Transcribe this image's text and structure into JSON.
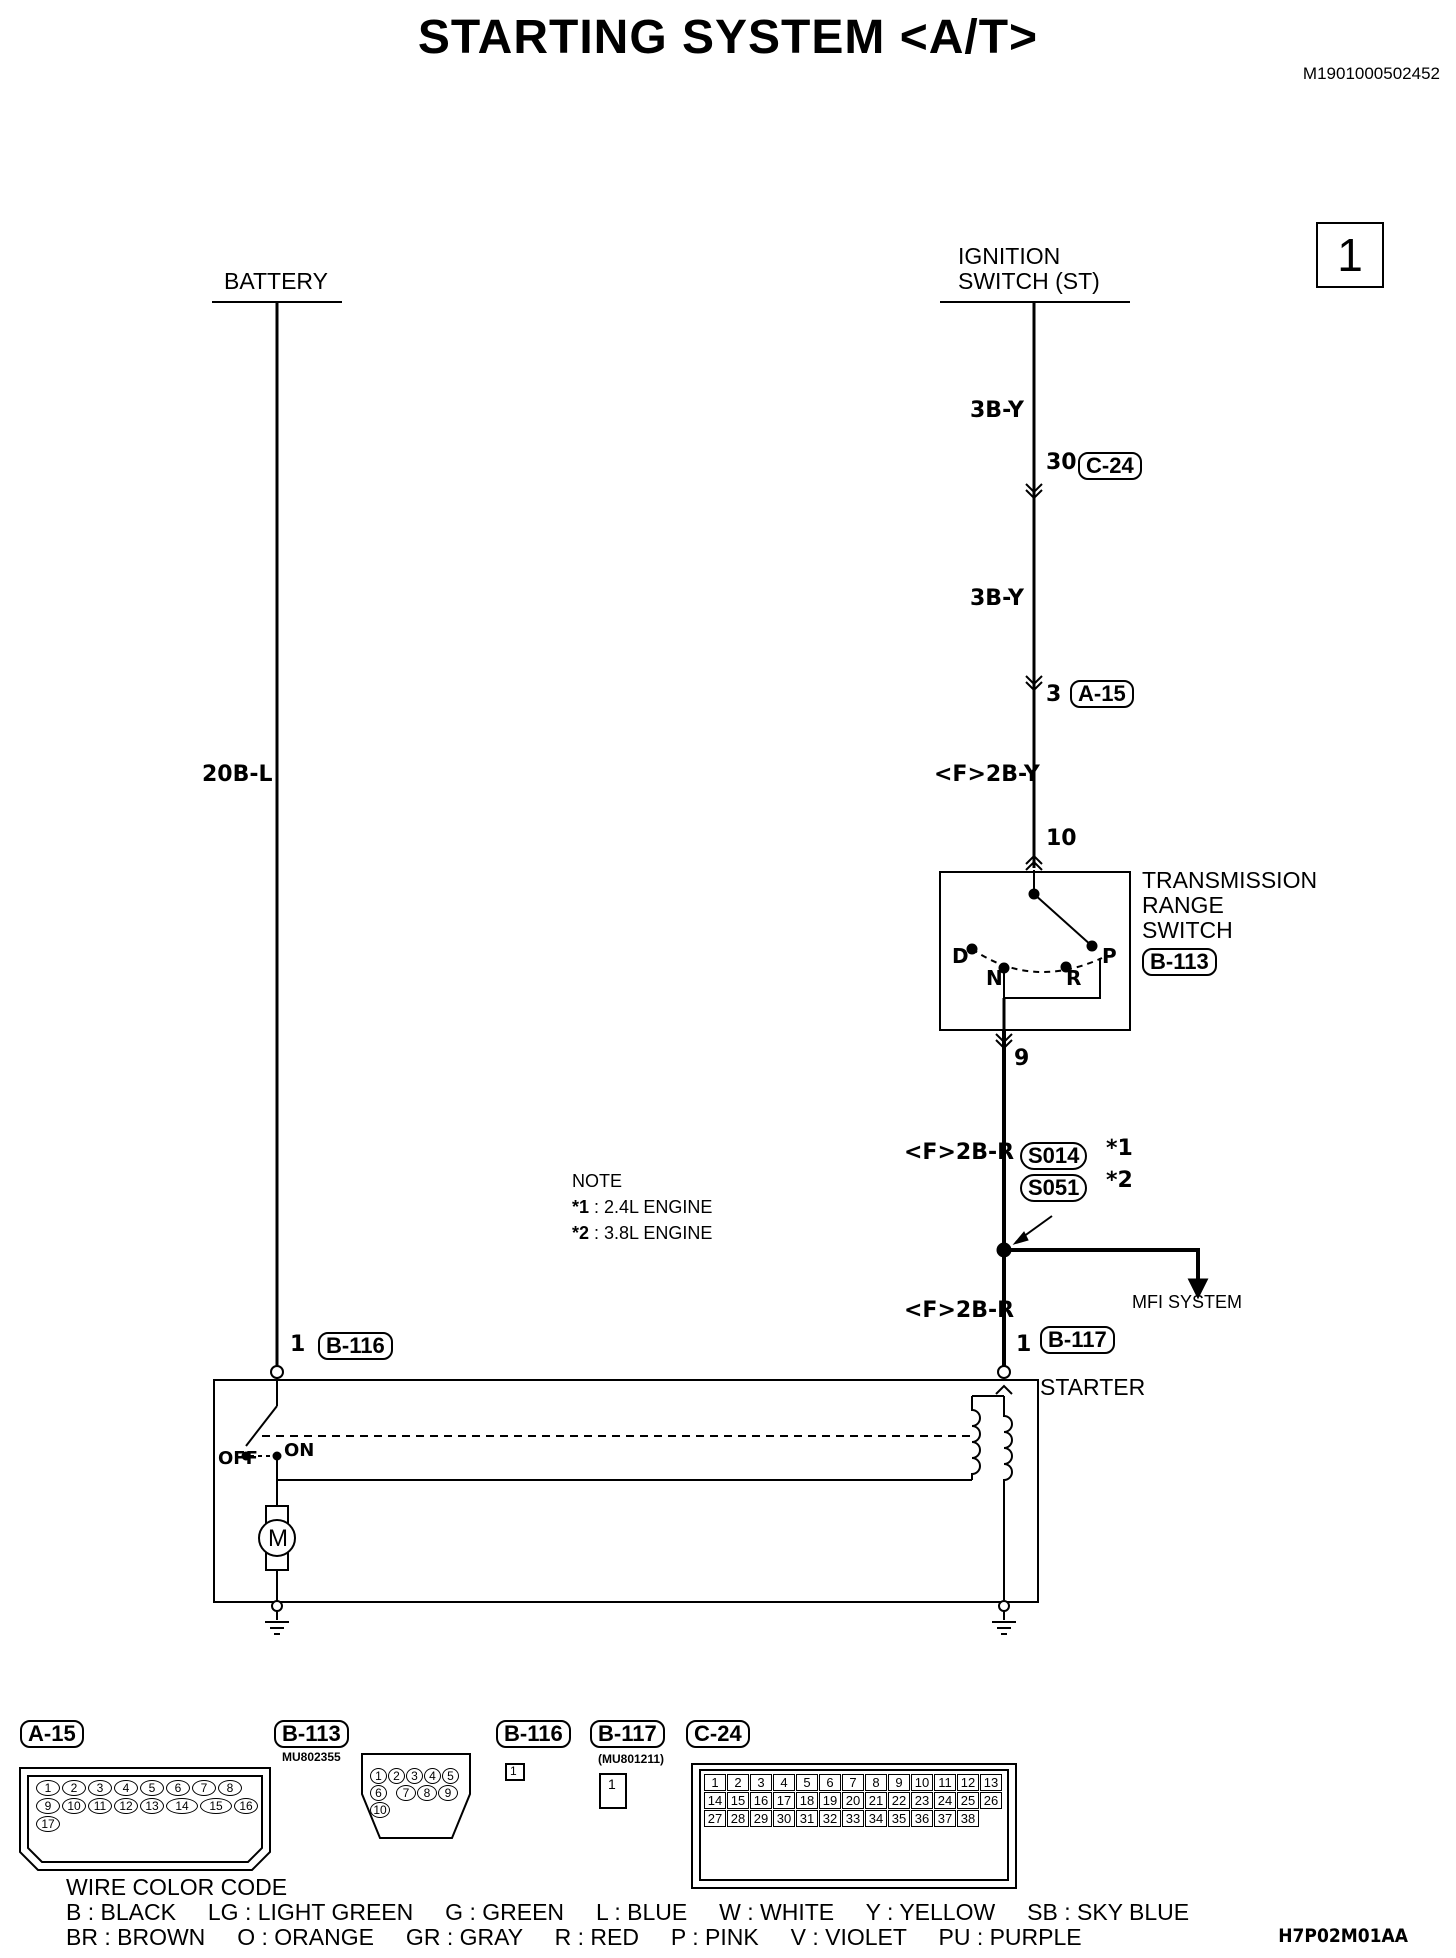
{
  "title": "STARTING SYSTEM <A/T>",
  "doc_id": "M1901000502452",
  "page_number": "1",
  "figure_code": "H7P02M01AA",
  "labels": {
    "battery": "BATTERY",
    "ignition_line1": "IGNITION",
    "ignition_line2": "SWITCH (ST)",
    "wire_battery": "20B-L",
    "wire_3by_1": "3B-Y",
    "wire_3by_2": "3B-Y",
    "wire_f2by": "<F>2B-Y",
    "wire_f2br_1": "<F>2B-R",
    "wire_f2br_2": "<F>2B-R",
    "trs_line1": "TRANSMISSION",
    "trs_line2": "RANGE",
    "trs_line3": "SWITCH",
    "starter": "STARTER",
    "mfi": "MFI SYSTEM",
    "off": "OFF",
    "on": "ON",
    "motor": "M",
    "pos_d": "D",
    "pos_n": "N",
    "pos_r": "R",
    "pos_p": "P"
  },
  "pins": {
    "c24": "30",
    "a15": "3",
    "trs_in": "10",
    "trs_out": "9",
    "b116": "1",
    "b117": "1"
  },
  "connectors": {
    "c24": "C-24",
    "a15": "A-15",
    "b113": "B-113",
    "b116": "B-116",
    "b117": "B-117",
    "splice1": "S014",
    "splice2": "S051",
    "splice1_mark": "*1",
    "splice2_mark": "*2"
  },
  "note": {
    "heading": "NOTE",
    "line1_mark": "*1",
    "line1": ": 2.4L ENGINE",
    "line2_mark": "*2",
    "line2": ": 3.8L ENGINE"
  },
  "connector_views": {
    "a15": {
      "label": "A-15",
      "pins": [
        "1",
        "2",
        "3",
        "4",
        "5",
        "6",
        "7",
        "8",
        "9",
        "10",
        "11",
        "12",
        "13",
        "14",
        "15",
        "16",
        "17"
      ]
    },
    "b113": {
      "label": "B-113",
      "part": "MU802355",
      "pins": [
        "1",
        "2",
        "3",
        "4",
        "5",
        "6",
        "7",
        "8",
        "9",
        "10"
      ]
    },
    "b116": {
      "label": "B-116",
      "pins": [
        "1"
      ]
    },
    "b117": {
      "label": "B-117",
      "part": "(MU801211)",
      "pins": [
        "1"
      ]
    },
    "c24": {
      "label": "C-24",
      "pins": [
        "1",
        "2",
        "3",
        "4",
        "5",
        "6",
        "7",
        "8",
        "9",
        "10",
        "11",
        "12",
        "13",
        "14",
        "15",
        "16",
        "17",
        "18",
        "19",
        "20",
        "21",
        "22",
        "23",
        "24",
        "25",
        "26",
        "27",
        "28",
        "29",
        "30",
        "31",
        "32",
        "33",
        "34",
        "35",
        "36",
        "37",
        "38"
      ]
    }
  },
  "wire_color_code": {
    "heading": "WIRE COLOR CODE",
    "row1": "B : BLACK     LG : LIGHT GREEN     G : GREEN     L : BLUE     W : WHITE     Y : YELLOW     SB : SKY BLUE",
    "row2": "BR : BROWN     O : ORANGE     GR : GRAY     R : RED     P : PINK     V : VIOLET     PU : PURPLE"
  }
}
